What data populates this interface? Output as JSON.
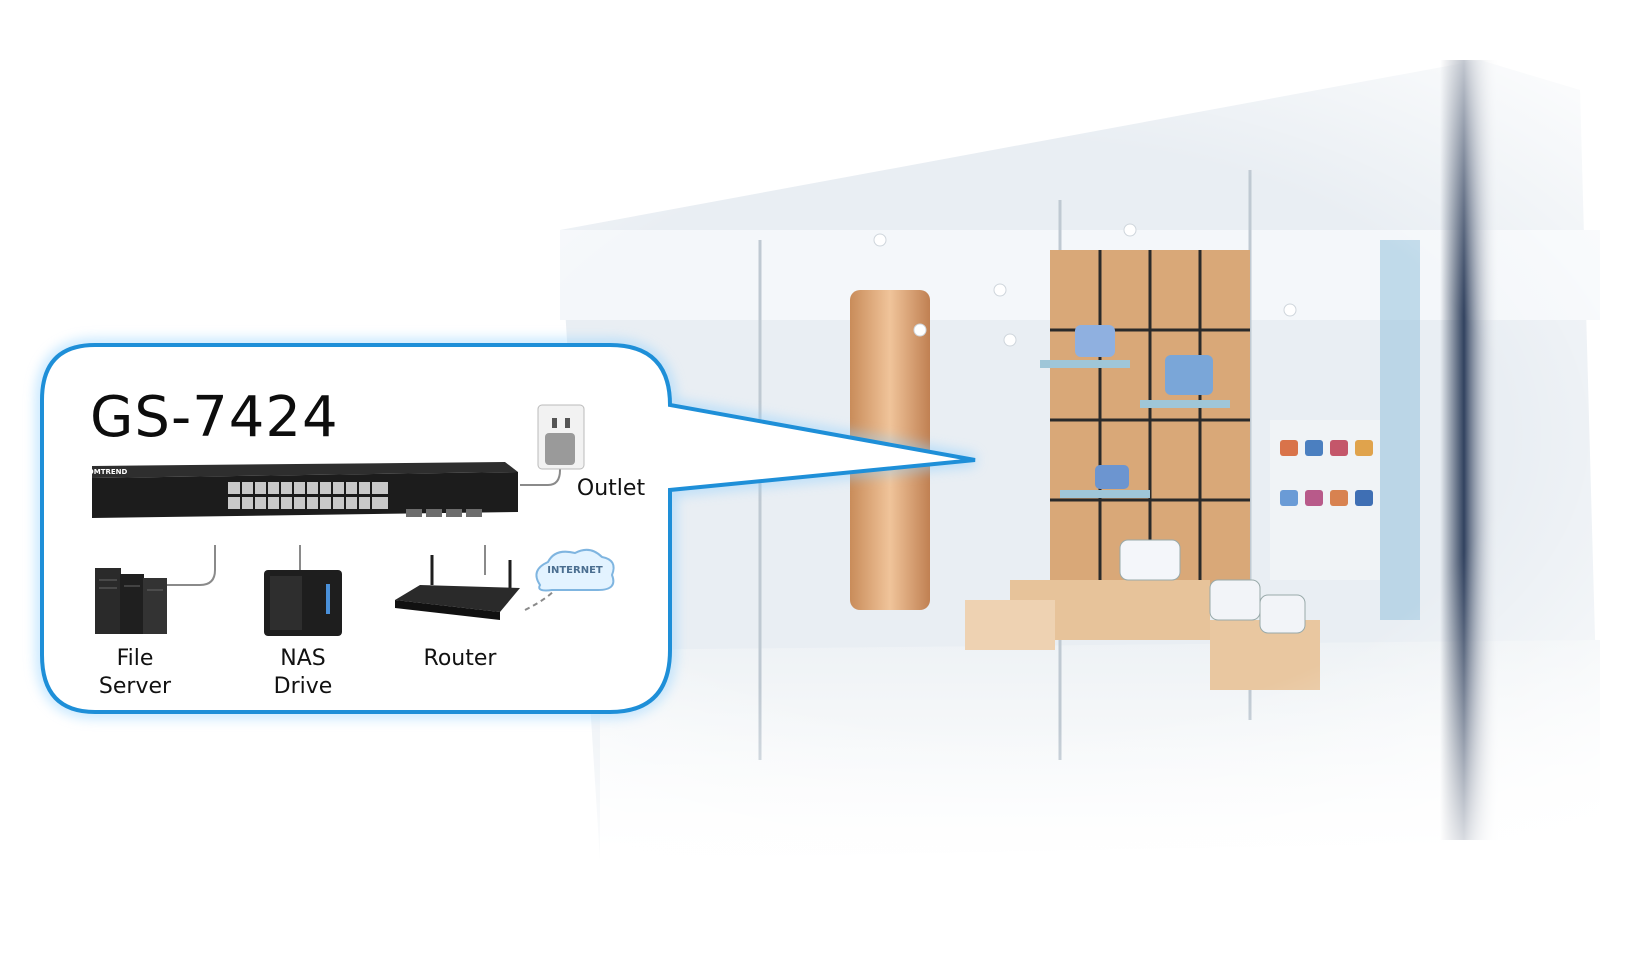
{
  "callout": {
    "title": "GS-7424",
    "outlet_label": "Outlet",
    "switch_brand": "COMTREND",
    "internet_label": "INTERNET",
    "devices": [
      {
        "line1": "File",
        "line2": "Server"
      },
      {
        "line1": "NAS",
        "line2": "Drive"
      },
      {
        "line1": "Router",
        "line2": ""
      }
    ]
  },
  "colors": {
    "callout_border": "#1e8fd8",
    "callout_glow": "#8fd0ff",
    "switch_body": "#1c1c1c",
    "store_wood": "#d9a878",
    "store_glass": "#e6edf3"
  }
}
